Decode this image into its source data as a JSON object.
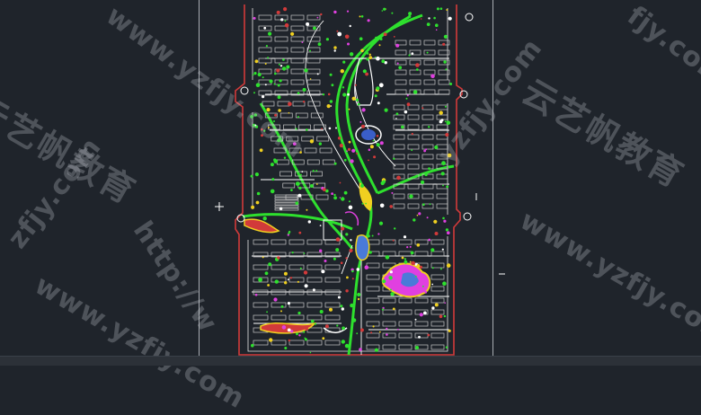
{
  "app": {
    "watermarks": {
      "brand_cn": "云艺帆教育",
      "url_full": "www.yzfjy.com",
      "url_http": "http://w",
      "url_tail": "yzfjy.com",
      "url_left": "zfjy.com",
      "url_short": "fjy.com"
    },
    "colors": {
      "background": "#1f242b",
      "frame": "#a9adb3",
      "boundary": "#d23a3a",
      "vegetation": "#2ee02e",
      "roads": "#ffffff",
      "water": "#4a7ad8",
      "accent_yellow": "#f0d020",
      "accent_magenta": "#e040e0"
    },
    "icons": [
      "entrance-gate-icon",
      "compass-marker-icon"
    ]
  }
}
